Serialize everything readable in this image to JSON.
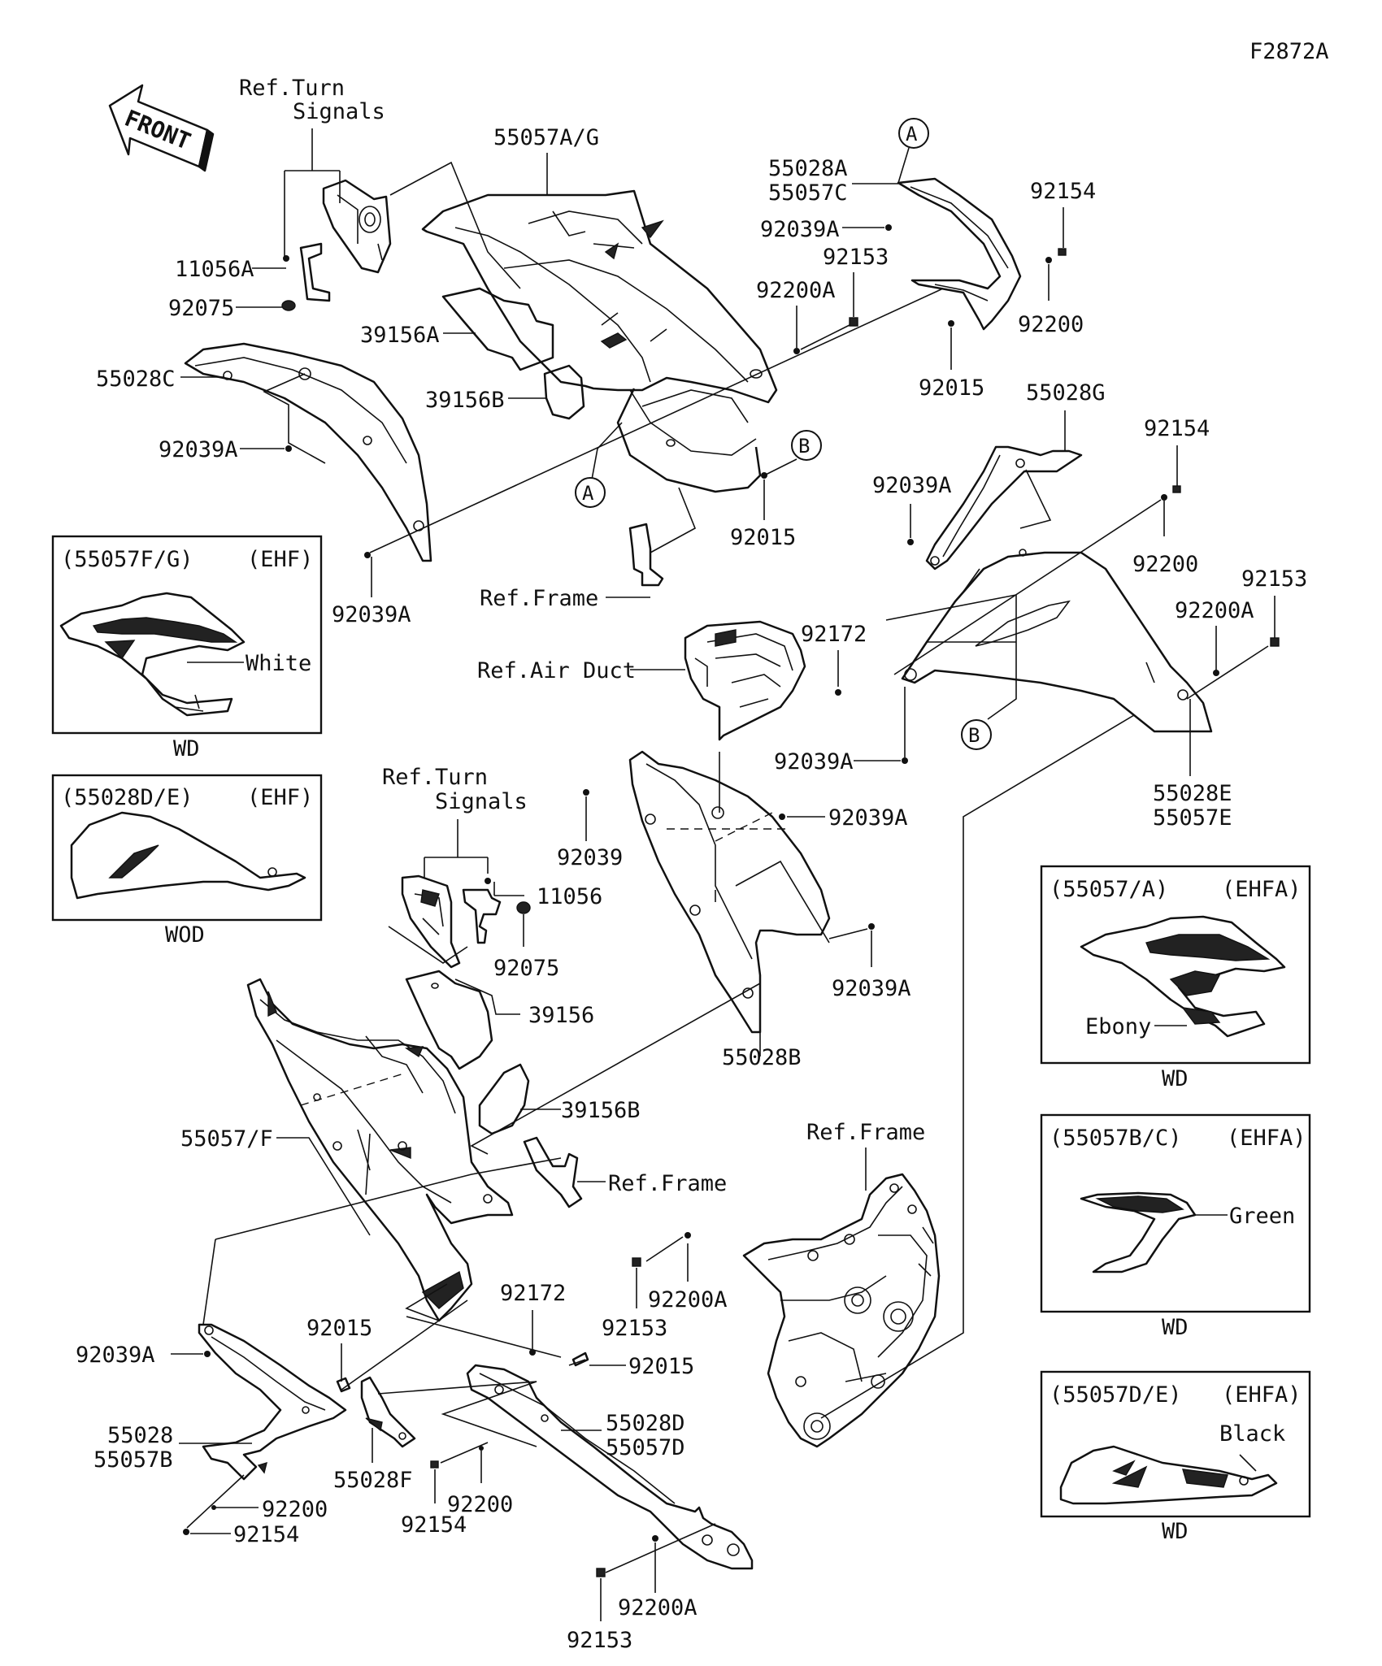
{
  "figure_code": "F2872A",
  "front_arrow": "FRONT",
  "ref_labels": {
    "turn_signals_upper": [
      "Ref.Turn",
      "Signals"
    ],
    "turn_signals_lower": [
      "Ref.Turn",
      "Signals"
    ],
    "frame_upper": "Ref.Frame",
    "air_duct": "Ref.Air Duct",
    "frame_middle": "Ref.Frame",
    "frame_lower": "Ref.Frame"
  },
  "callouts": {
    "c_11056A": "11056A",
    "c_92075_upper": "92075",
    "c_55028C": "55028C",
    "c_92039A_left": "92039A",
    "c_92039A_bottom_left": "92039A",
    "c_55057AG": "55057A/G",
    "c_39156A": "39156A",
    "c_39156B_upper": "39156B",
    "c_55028A": "55028A",
    "c_55057C": "55057C",
    "c_92039A_top": "92039A",
    "c_92153_top": "92153",
    "c_92154_top": "92154",
    "c_92200A_top": "92200A",
    "c_92200_top": "92200",
    "c_92015_top": "92015",
    "c_92015_mid": "92015",
    "c_55028G": "55028G",
    "c_92039A_right": "92039A",
    "c_92154_right": "92154",
    "c_92200_right": "92200",
    "c_92153_right": "92153",
    "c_92200A_right": "92200A",
    "c_92172_top": "92172",
    "c_92039A_duct": "92039A",
    "c_55028E": "55028E",
    "c_55057E": "55057E",
    "c_92039A_center": "92039A",
    "c_92039": "92039",
    "c_11056": "11056",
    "c_92075_lower": "92075",
    "c_39156": "39156",
    "c_92039A_center_low": "92039A",
    "c_55028B": "55028B",
    "c_39156B_lower": "39156B",
    "c_55057F": "55057/F",
    "c_92200A_low": "92200A",
    "c_92153_low": "92153",
    "c_92172_low": "92172",
    "c_92015_low_left": "92015",
    "c_92015_low_right": "92015",
    "c_92039A_low": "92039A",
    "c_55028": "55028",
    "c_55057B": "55057B",
    "c_55028F": "55028F",
    "c_55028D": "55028D",
    "c_55057D": "55057D",
    "c_92200_low_left": "92200",
    "c_92154_low_left": "92154",
    "c_92200_low_mid": "92200",
    "c_92154_low_mid": "92154",
    "c_92200A_bottom": "92200A",
    "c_92153_bottom": "92153"
  },
  "circle_markers": [
    "A",
    "A",
    "B",
    "B"
  ],
  "variant_boxes": [
    {
      "part": "(55057F/G)",
      "code": "(EHF)",
      "note": "White",
      "caption": "WD"
    },
    {
      "part": "(55028D/E)",
      "code": "(EHF)",
      "note": "",
      "caption": "WOD"
    },
    {
      "part": "(55057/A)",
      "code": "(EHFA)",
      "note": "Ebony",
      "caption": "WD"
    },
    {
      "part": "(55057B/C)",
      "code": "(EHFA)",
      "note": "Green",
      "caption": "WD"
    },
    {
      "part": "(55057D/E)",
      "code": "(EHFA)",
      "note": "Black",
      "caption": "WD"
    }
  ]
}
